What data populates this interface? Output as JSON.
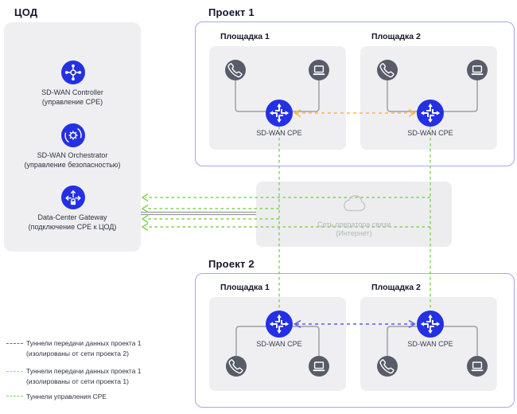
{
  "colors": {
    "node_blue": "#2330e4",
    "device_gray": "#575c68",
    "tunnel_blue": "#5b5ff0",
    "tunnel_orange": "#f5b94a",
    "tunnel_green": "#7ed350",
    "project_border": "#a3a6f8",
    "panel_gray": "#efeff2"
  },
  "dc": {
    "title": "ЦОД",
    "nodes": [
      {
        "label": "SD-WAN Controller",
        "sublabel": "(управление CPE)"
      },
      {
        "label": "SD-WAN Orchestrator",
        "sublabel": "(управление безопасностью)"
      },
      {
        "label": "Data-Center Gateway",
        "sublabel": "(подключение CPE к ЦОД)"
      }
    ]
  },
  "project1": {
    "title": "Проект 1",
    "sites": [
      {
        "title": "Площадка 1",
        "cpe_label": "SD-WAN CPE"
      },
      {
        "title": "Площадка 2",
        "cpe_label": "SD-WAN CPE"
      }
    ]
  },
  "project2": {
    "title": "Проект 2",
    "sites": [
      {
        "title": "Площадка 1",
        "cpe_label": "SD-WAN CPE"
      },
      {
        "title": "Площадка 2",
        "cpe_label": "SD-WAN CPE"
      }
    ]
  },
  "cloud": {
    "line1": "Сеть оператора связи",
    "line2": "(Интернет)"
  },
  "legend": {
    "items": [
      {
        "line1": "Туннели передачи данных проекта 1",
        "line2": "(изолированы от сети проекта 2)"
      },
      {
        "line1": "Туннели передачи данных проекта 1",
        "line2": "(изолированы от сети проекта 1)"
      },
      {
        "line1": "Туннели управления CPE",
        "line2": ""
      }
    ]
  }
}
